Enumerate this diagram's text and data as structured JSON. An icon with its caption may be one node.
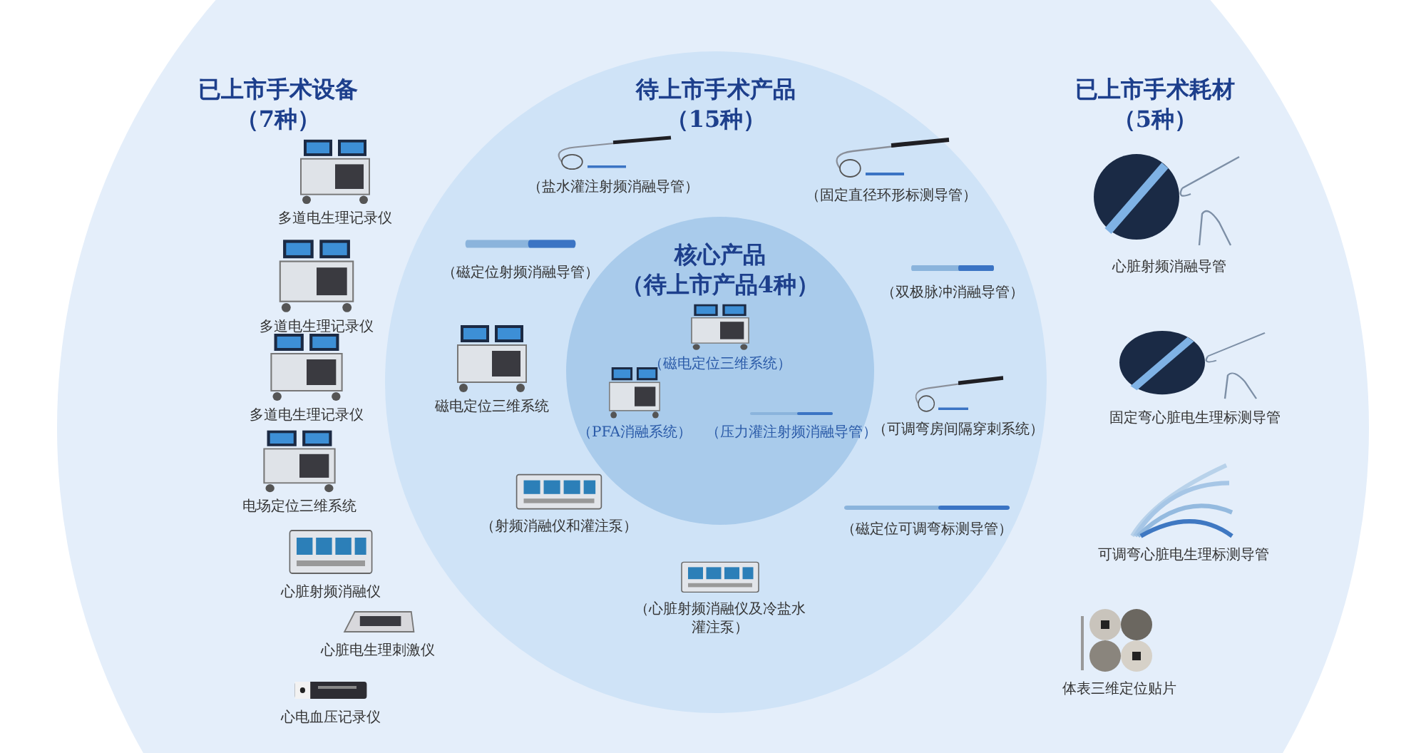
{
  "diagram": {
    "nodes": [
      {
        "text": [
          "已上市手术设备（7种）",
          "已上市手术耗材（5种）"
        ]
      },
      {
        "text": [
          "待上市手术产品（15种）"
        ],
        "in": 0
      },
      {
        "text": [
          "核心产品（待上市产品4种）"
        ],
        "in": 1
      },
      {
        "text": [
          "多道电生理记录仪"
        ],
        "in": 0
      },
      {
        "text": [
          "多道电生理记录仪"
        ],
        "in": 0
      },
      {
        "text": [
          "多道电生理记录仪"
        ],
        "in": 0
      },
      {
        "text": [
          "电场定位三维系统"
        ],
        "in": 0
      },
      {
        "text": [
          "心脏射频消融仪"
        ],
        "in": 0
      },
      {
        "text": [
          "心脏电生理刺激仪"
        ],
        "in": 0
      },
      {
        "text": [
          "心电血压记录仪"
        ],
        "in": 0
      },
      {
        "text": [
          "心脏射频消融导管"
        ],
        "in": 0
      },
      {
        "text": [
          "固定弯心脏电生理标测导管"
        ],
        "in": 0
      },
      {
        "text": [
          "可调弯心脏电生理标测导管"
        ],
        "in": 0
      },
      {
        "text": [
          "体表三维定位贴片"
        ],
        "in": 0
      },
      {
        "text": [
          "（盐水灌注射频消融导管）"
        ],
        "in": 1
      },
      {
        "text": [
          "（固定直径环形标测导管）"
        ],
        "in": 1
      },
      {
        "text": [
          "（磁定位射频消融导管）"
        ],
        "in": 1
      },
      {
        "text": [
          "（双极脉冲消融导管）"
        ],
        "in": 1
      },
      {
        "text": [
          "磁电定位三维系统"
        ],
        "in": 1
      },
      {
        "text": [
          "（可调弯房间隔穿刺系统）"
        ],
        "in": 1
      },
      {
        "text": [
          "（射频消融仪和灌注泵）"
        ],
        "in": 1
      },
      {
        "text": [
          "（磁定位可调弯标测导管）"
        ],
        "in": 1
      },
      {
        "text": [
          "（心脏射频消融仪及冷盐水灌注泵）"
        ],
        "in": 1
      },
      {
        "text": [
          "（磁电定位三维系统）"
        ],
        "in": 2
      },
      {
        "text": [
          "（PFA消融系统）"
        ],
        "in": 2
      },
      {
        "text": [
          "（压力灌注射频消融导管）"
        ],
        "in": 2
      }
    ]
  }
}
